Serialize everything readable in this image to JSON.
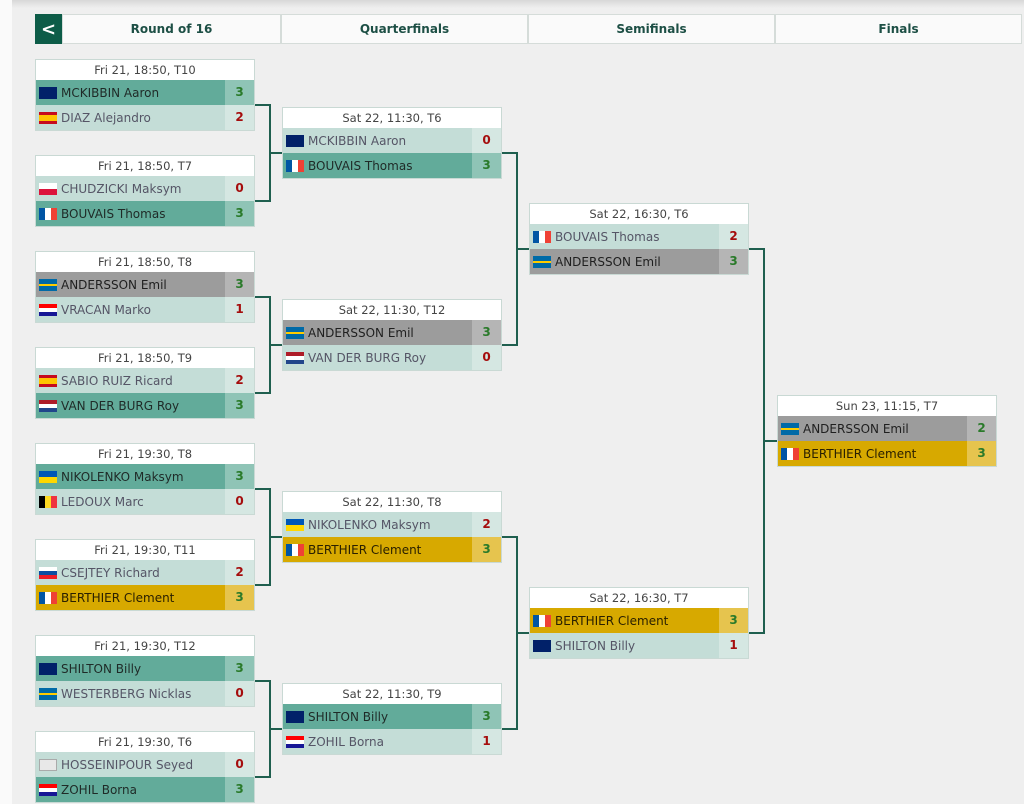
{
  "header": {
    "back_label": "<",
    "rounds": [
      "Round of 16",
      "Quarterfinals",
      "Semifinals",
      "Finals"
    ]
  },
  "colors": {
    "accent": "#0d5c48",
    "winner": "#62ab9a",
    "loser": "#c4ddd7",
    "highlight_gray": "#9c9c9c",
    "highlight_gold": "#d7a900",
    "connector": "#1f5f4f"
  },
  "rounds": [
    {
      "matches": [
        {
          "info": "Fri 21, 18:50, T10",
          "players": [
            {
              "flag": "gb",
              "name": "MCKIBBIN Aaron",
              "score": "3",
              "style": "win"
            },
            {
              "flag": "es",
              "name": "DIAZ Alejandro",
              "score": "2",
              "style": "lose"
            }
          ]
        },
        {
          "info": "Fri 21, 18:50, T7",
          "players": [
            {
              "flag": "pl",
              "name": "CHUDZICKI Maksym",
              "score": "0",
              "style": "lose"
            },
            {
              "flag": "fr",
              "name": "BOUVAIS Thomas",
              "score": "3",
              "style": "win"
            }
          ]
        },
        {
          "info": "Fri 21, 18:50, T8",
          "players": [
            {
              "flag": "se",
              "name": "ANDERSSON Emil",
              "score": "3",
              "style": "gray"
            },
            {
              "flag": "hr",
              "name": "VRACAN Marko",
              "score": "1",
              "style": "lose"
            }
          ]
        },
        {
          "info": "Fri 21, 18:50, T9",
          "players": [
            {
              "flag": "es",
              "name": "SABIO RUIZ Ricard",
              "score": "2",
              "style": "lose"
            },
            {
              "flag": "nl",
              "name": "VAN DER BURG Roy",
              "score": "3",
              "style": "win"
            }
          ]
        },
        {
          "info": "Fri 21, 19:30, T8",
          "players": [
            {
              "flag": "ua",
              "name": "NIKOLENKO Maksym",
              "score": "3",
              "style": "win"
            },
            {
              "flag": "be",
              "name": "LEDOUX Marc",
              "score": "0",
              "style": "lose"
            }
          ]
        },
        {
          "info": "Fri 21, 19:30, T11",
          "players": [
            {
              "flag": "sk",
              "name": "CSEJTEY Richard",
              "score": "2",
              "style": "lose"
            },
            {
              "flag": "fr",
              "name": "BERTHIER Clement",
              "score": "3",
              "style": "gold"
            }
          ]
        },
        {
          "info": "Fri 21, 19:30, T12",
          "players": [
            {
              "flag": "gb",
              "name": "SHILTON Billy",
              "score": "3",
              "style": "win"
            },
            {
              "flag": "se",
              "name": "WESTERBERG Nicklas",
              "score": "0",
              "style": "lose"
            }
          ]
        },
        {
          "info": "Fri 21, 19:30, T6",
          "players": [
            {
              "flag": "none",
              "name": "HOSSEINIPOUR Seyed",
              "score": "0",
              "style": "lose"
            },
            {
              "flag": "hr",
              "name": "ZOHIL Borna",
              "score": "3",
              "style": "win"
            }
          ]
        }
      ]
    },
    {
      "matches": [
        {
          "info": "Sat 22, 11:30, T6",
          "players": [
            {
              "flag": "gb",
              "name": "MCKIBBIN Aaron",
              "score": "0",
              "style": "lose"
            },
            {
              "flag": "fr",
              "name": "BOUVAIS Thomas",
              "score": "3",
              "style": "win"
            }
          ]
        },
        {
          "info": "Sat 22, 11:30, T12",
          "players": [
            {
              "flag": "se",
              "name": "ANDERSSON Emil",
              "score": "3",
              "style": "gray"
            },
            {
              "flag": "nl",
              "name": "VAN DER BURG Roy",
              "score": "0",
              "style": "lose"
            }
          ]
        },
        {
          "info": "Sat 22, 11:30, T8",
          "players": [
            {
              "flag": "ua",
              "name": "NIKOLENKO Maksym",
              "score": "2",
              "style": "lose"
            },
            {
              "flag": "fr",
              "name": "BERTHIER Clement",
              "score": "3",
              "style": "gold"
            }
          ]
        },
        {
          "info": "Sat 22, 11:30, T9",
          "players": [
            {
              "flag": "gb",
              "name": "SHILTON Billy",
              "score": "3",
              "style": "win"
            },
            {
              "flag": "hr",
              "name": "ZOHIL Borna",
              "score": "1",
              "style": "lose"
            }
          ]
        }
      ]
    },
    {
      "matches": [
        {
          "info": "Sat 22, 16:30, T6",
          "players": [
            {
              "flag": "fr",
              "name": "BOUVAIS Thomas",
              "score": "2",
              "style": "lose"
            },
            {
              "flag": "se",
              "name": "ANDERSSON Emil",
              "score": "3",
              "style": "gray"
            }
          ]
        },
        {
          "info": "Sat 22, 16:30, T7",
          "players": [
            {
              "flag": "fr",
              "name": "BERTHIER Clement",
              "score": "3",
              "style": "gold"
            },
            {
              "flag": "gb",
              "name": "SHILTON Billy",
              "score": "1",
              "style": "lose"
            }
          ]
        }
      ]
    },
    {
      "matches": [
        {
          "info": "Sun 23, 11:15, T7",
          "players": [
            {
              "flag": "se",
              "name": "ANDERSSON Emil",
              "score": "2",
              "style": "gray"
            },
            {
              "flag": "fr",
              "name": "BERTHIER Clement",
              "score": "3",
              "style": "gold"
            }
          ]
        }
      ]
    }
  ]
}
